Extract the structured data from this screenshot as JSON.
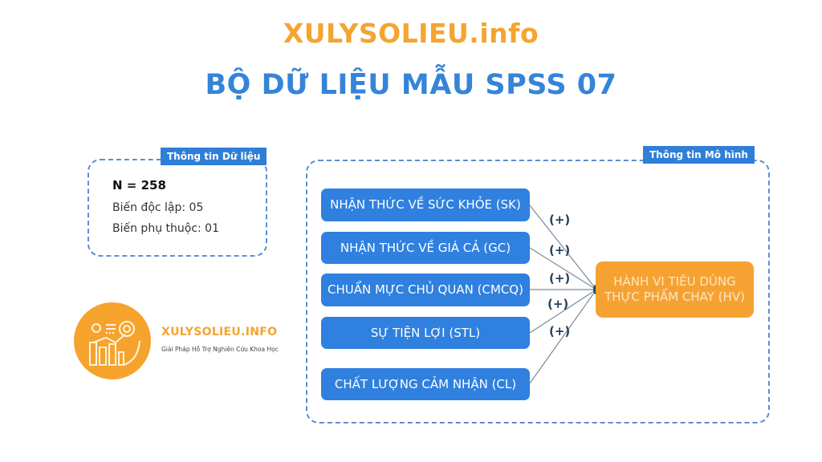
{
  "header": {
    "site_title": "XULYSOLIEU.info",
    "main_title": "BỘ DỮ LIỆU MẪU SPSS 07"
  },
  "data_info": {
    "tag": "Thông tin Dữ liệu",
    "n": "N = 258",
    "independent": "Biến độc lập: 05",
    "dependent": "Biến phụ thuộc: 01"
  },
  "model_info": {
    "tag": "Thông tin Mô hình",
    "independent_vars": [
      {
        "label": "NHẬN THỨC VỀ SỨC KHỎE (SK)",
        "code": "SK"
      },
      {
        "label": "NHẬN THỨC VỀ GIÁ CẢ (GC)",
        "code": "GC"
      },
      {
        "label": "CHUẨN MỰC CHỦ QUAN (CMCQ)",
        "code": "CMCQ"
      },
      {
        "label": "SỰ TIỆN LỢI (STL)",
        "code": "STL"
      },
      {
        "label": "CHẤT LƯỢNG CẢM NHẬN (CL)",
        "code": "CL"
      }
    ],
    "dependent_var": {
      "label": "HÀNH VI TIÊU DÙNG THỰC PHẨM CHAY (HV)",
      "code": "HV"
    },
    "path_signs": [
      "(+)",
      "(+)",
      "(+)",
      "(+)",
      "(+)"
    ]
  },
  "logo": {
    "name": "XULYSOLIEU.INFO",
    "tagline": "Giải Pháp Hỗ Trợ Nghiên Cứu Khoa Học"
  },
  "colors": {
    "orange": "#f6a232",
    "blue": "#2f80df",
    "title_blue": "#3584d9",
    "dashed_border": "#5b8fd1",
    "sign_color": "#23425f"
  }
}
